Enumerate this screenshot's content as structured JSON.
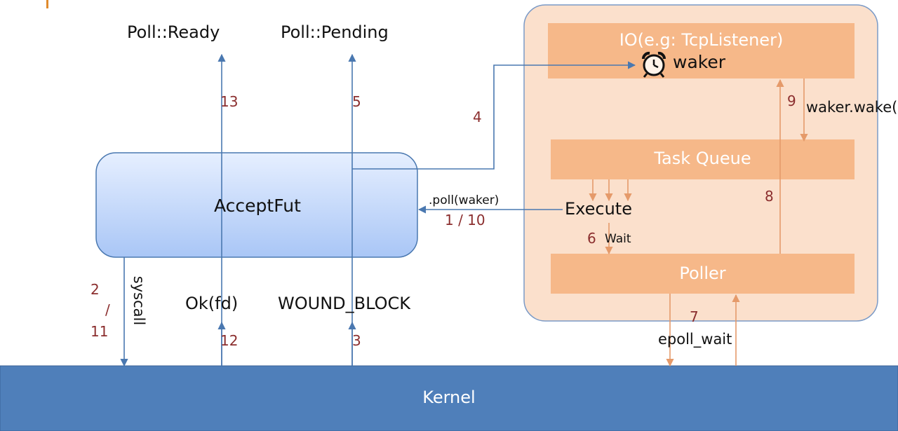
{
  "diagram": {
    "nodes": {
      "accept_fut": "AcceptFut",
      "io": "IO(e.g: TcpListener)",
      "waker": "waker",
      "task_queue": "Task Queue",
      "poller": "Poller",
      "kernel": "Kernel"
    },
    "labels": {
      "poll_ready": "Poll::Ready",
      "poll_pending": "Poll::Pending",
      "ok_fd": "Ok(fd)",
      "would_block": "WOUND_BLOCK",
      "syscall": "syscall",
      "poll_waker": ".poll(waker)",
      "execute": "Execute",
      "wait": "Wait",
      "waker_wake": "waker.wake()",
      "epoll_wait": "epoll_wait"
    },
    "steps": {
      "s1_10": "1 / 10",
      "s2": "2",
      "s2_slash": "/",
      "s11": "11",
      "s3": "3",
      "s4": "4",
      "s5": "5",
      "s6": "6",
      "s7": "7",
      "s8": "8",
      "s9": "9",
      "s12": "12",
      "s13": "13"
    },
    "colors": {
      "blue_arrow": "#4a78b0",
      "orange_arrow": "#e59a6a",
      "orange_box": "#f6b889",
      "executor_bg": "#fbe0cc",
      "kernel_bg": "#4f7fba",
      "accent_bar": "#e08a2c",
      "step_number": "#8b2e2e"
    },
    "icons": {
      "alarm": "alarm-clock-icon"
    }
  }
}
